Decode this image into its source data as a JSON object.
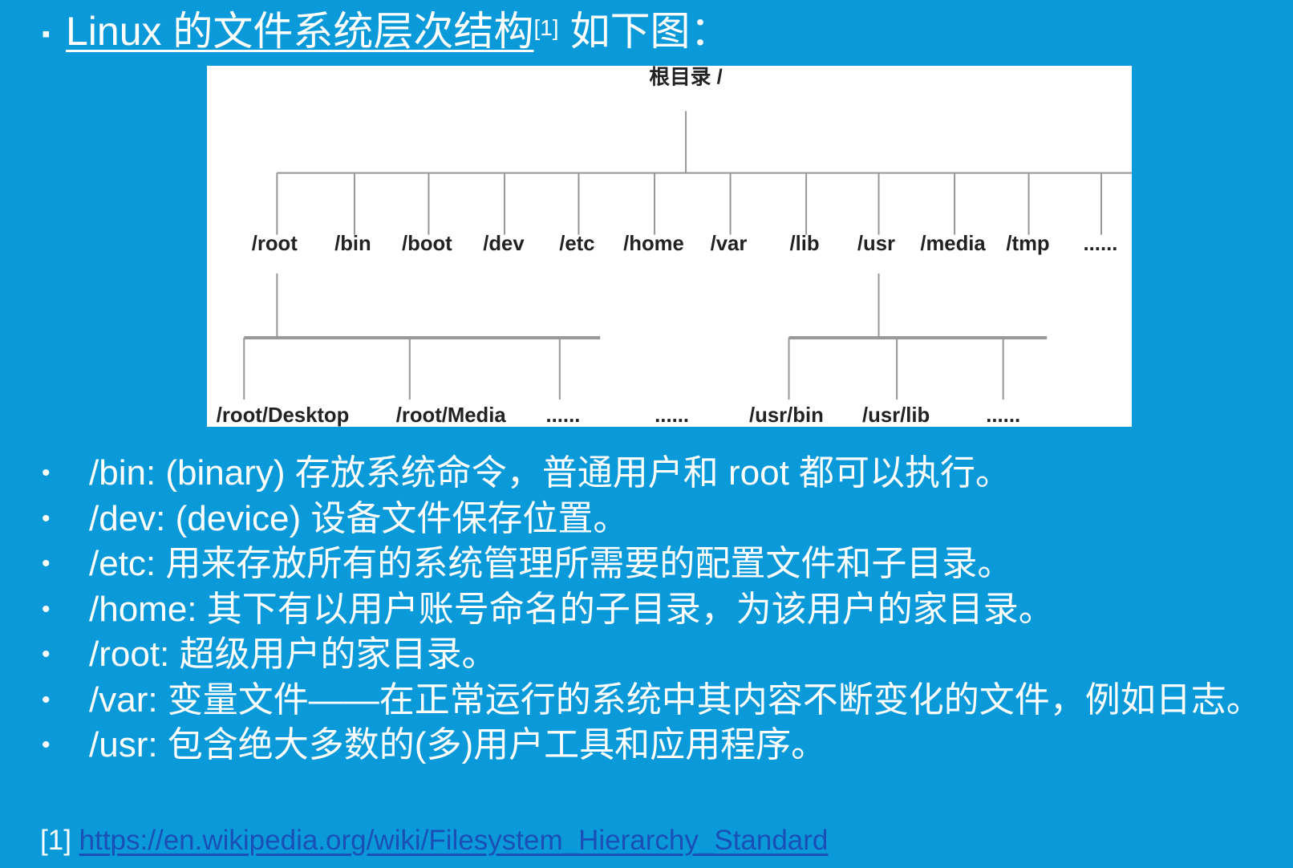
{
  "title": {
    "main": "Linux 的文件系统层次结构",
    "ref": "[1]",
    "tail": " 如下图："
  },
  "diagram": {
    "root": "根目录 /",
    "level1": [
      "/root",
      "/bin",
      "/boot",
      "/dev",
      "/etc",
      "/home",
      "/var",
      "/lib",
      "/usr",
      "/media",
      "/tmp",
      "......"
    ],
    "root_children": [
      "/root/Desktop",
      "/root/Media",
      "......"
    ],
    "middle_ellipsis": "......",
    "usr_children": [
      "/usr/bin",
      "/usr/lib",
      "......"
    ]
  },
  "bullets": [
    "/bin: (binary) 存放系统命令，普通用户和 root 都可以执行。",
    "/dev: (device) 设备文件保存位置。",
    "/etc: 用来存放所有的系统管理所需要的配置文件和子目录。",
    "/home: 其下有以用户账号命名的子目录，为该用户的家目录。",
    "/root: 超级用户的家目录。",
    "/var: 变量文件——在正常运行的系统中其内容不断变化的文件，例如日志。",
    "/usr:  包含绝大多数的(多)用户工具和应用程序。"
  ],
  "bullet_symbol": "•",
  "title_bullet": "▪",
  "footnote": {
    "label": "[1] ",
    "url": "https://en.wikipedia.org/wiki/Filesystem_Hierarchy_Standard"
  },
  "colors": {
    "background": "#0b9ad9",
    "link": "#1a4fb5"
  }
}
